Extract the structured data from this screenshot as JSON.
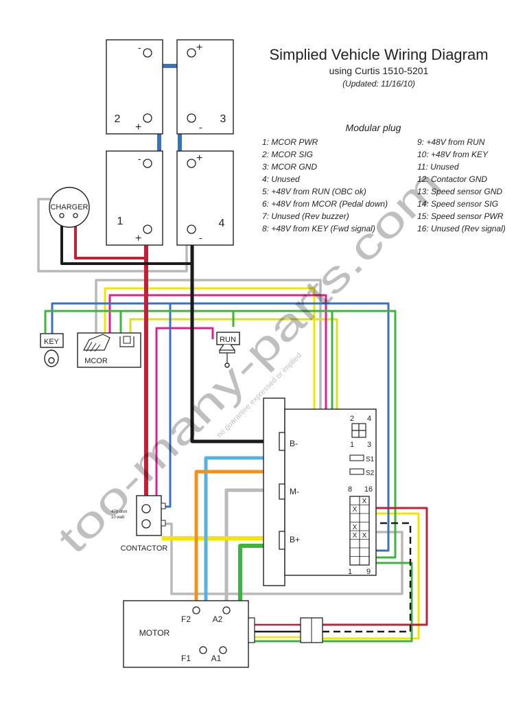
{
  "title": "Simplied Vehicle Wiring Diagram",
  "subtitle": "using Curtis 1510-5201",
  "updated": "(Updated: 11/16/10)",
  "modular_plug": {
    "heading": "Modular plug",
    "left": [
      "1: MCOR PWR",
      "2: MCOR SIG",
      "3: MCOR GND",
      "4: Unused",
      "5: +48V from RUN (OBC ok)",
      "6: +48V from MCOR (Pedal down)",
      "7: Unused (Rev buzzer)",
      "8: +48V from KEY (Fwd signal)"
    ],
    "right": [
      "9: +48V from RUN",
      "10: +48V from KEY",
      "11: Unused",
      "12: Contactor GND",
      "13: Speed sensor GND",
      "14: Speed sensor SIG",
      "15: Speed sensor PWR",
      "16: Unused (Rev signal)"
    ]
  },
  "batteries": [
    {
      "number": "1"
    },
    {
      "number": "2"
    },
    {
      "number": "3"
    },
    {
      "number": "4"
    }
  ],
  "polarity": {
    "plus": "+",
    "minus": "-"
  },
  "labels": {
    "charger": "CHARGER",
    "key": "KEY",
    "mcor": "MCOR",
    "run": "RUN",
    "contactor": "CONTACTOR",
    "resistor_1": "470 ohm",
    "resistor_2": "10 watt",
    "motor": "MOTOR",
    "f1": "F1",
    "f2": "F2",
    "a1": "A1",
    "a2": "A2",
    "b_minus": "B-",
    "b_plus": "B+",
    "m_minus": "M-",
    "s1": "S1",
    "s2": "S2",
    "pin_2": "2",
    "pin_4": "4",
    "pin_1": "1",
    "pin_3": "3",
    "pin_8": "8",
    "pin_16": "16",
    "pin_1b": "1",
    "pin_9": "9",
    "x": "X"
  },
  "watermark": {
    "main": "too-many-parts.com",
    "small": "no guarantee expressed or implied"
  },
  "colors": {
    "blue": "#3b6fbf",
    "red": "#c0213a",
    "black": "#1a1a1a",
    "gray": "#b9b9b9",
    "yellow": "#f2e600",
    "magenta": "#e0208f",
    "green": "#3fb33f",
    "light_blue": "#56b3e0",
    "orange": "#f0911e",
    "lime": "#d6e41a"
  }
}
